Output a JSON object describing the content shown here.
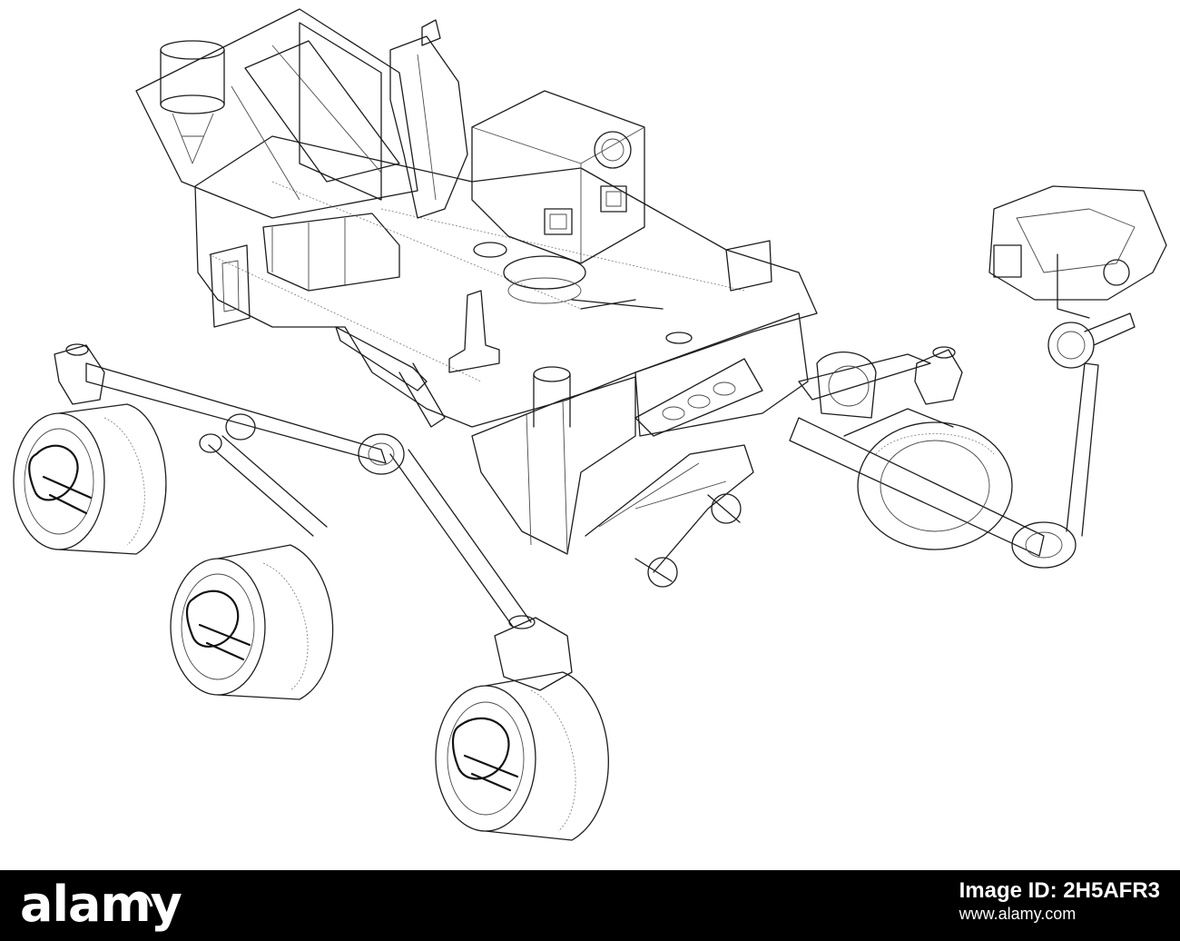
{
  "image": {
    "subject": "Wireframe technical drawing of a six-wheeled planetary rover with robotic arm and instrument mast"
  },
  "footer": {
    "logo_text": "alamy",
    "image_id_label": "Image ID: 2H5AFR3",
    "site_url": "www.alamy.com",
    "background_color": "#000000",
    "text_color": "#ffffff"
  }
}
